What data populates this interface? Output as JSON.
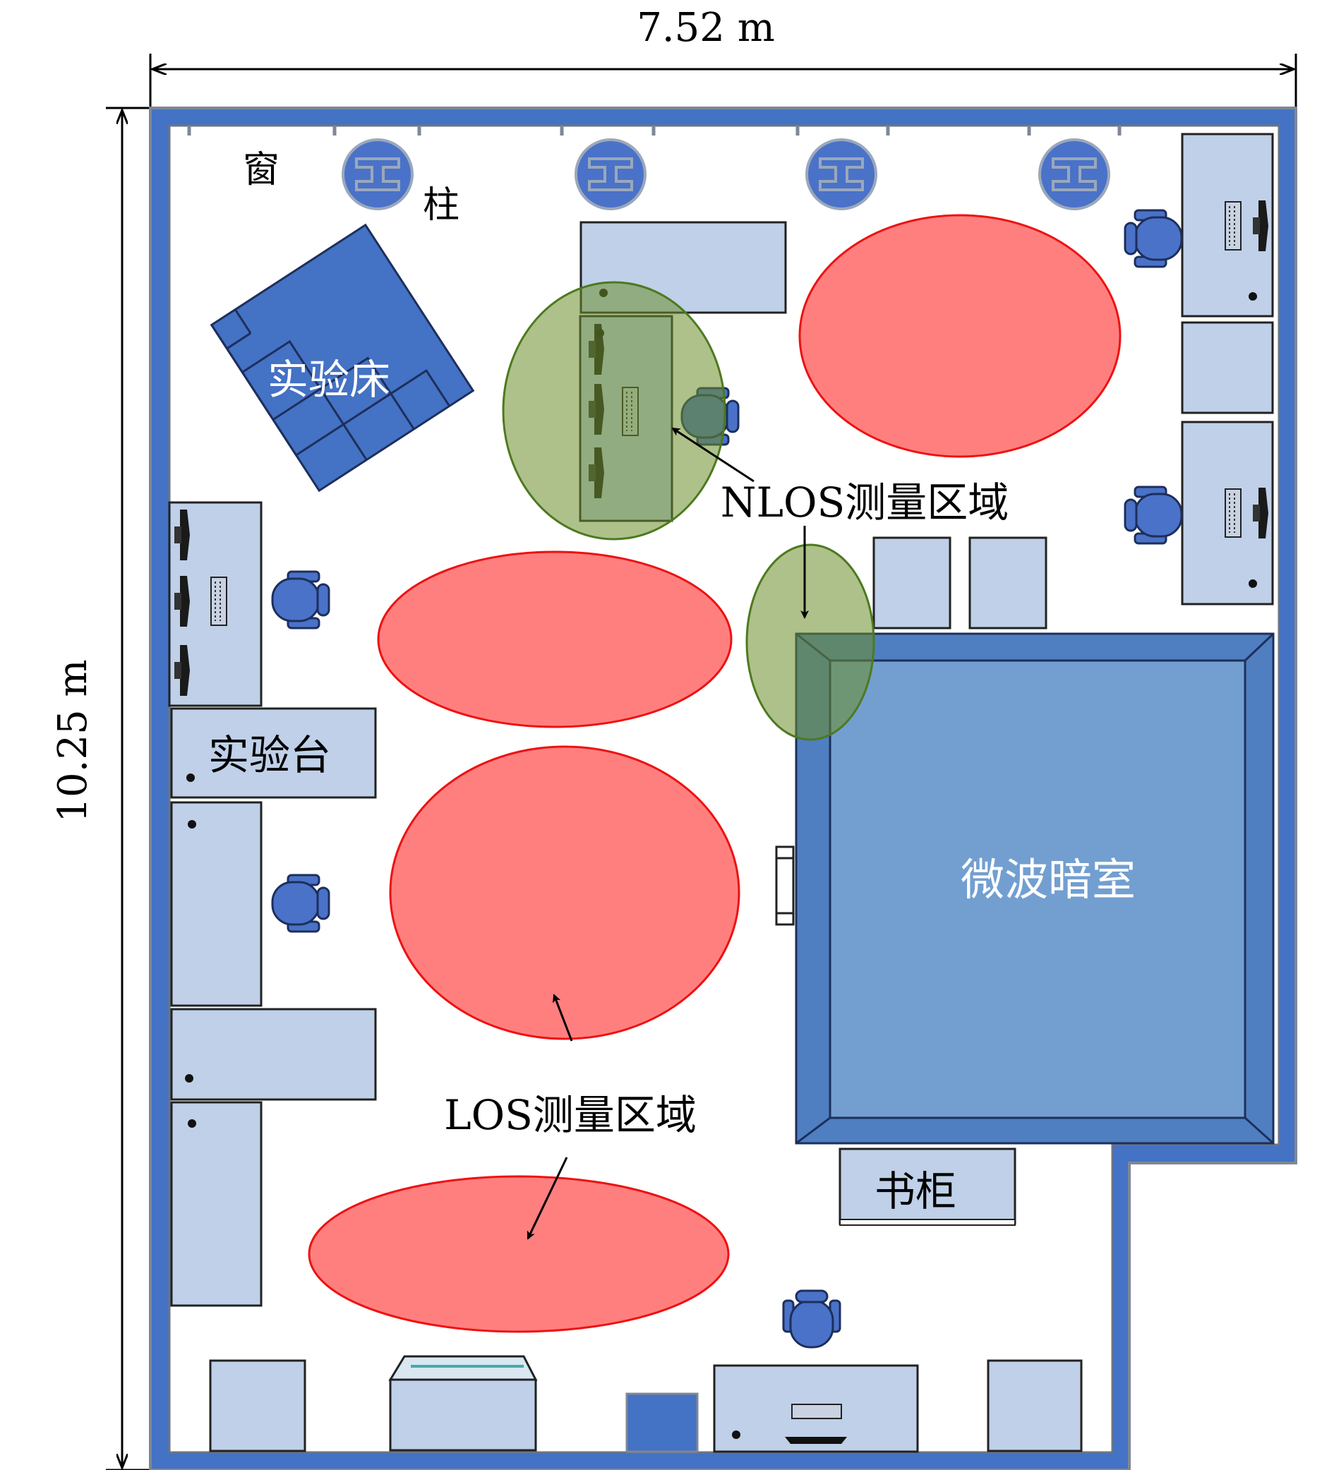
{
  "dimensions": {
    "width_label": "7.52 m",
    "height_label": "10.25 m"
  },
  "labels": {
    "window": "窗",
    "pillar": "柱",
    "experiment_bed": "实验床",
    "experiment_bench": "实验台",
    "anechoic_chamber": "微波暗室",
    "bookcase": "书柜",
    "nlos_area": "NLOS测量区域",
    "los_area": "LOS测量区域"
  },
  "colors": {
    "wall": "#4472c4",
    "furniture_fill": "#bfd0e8",
    "bed_fill": "#4472c4",
    "chamber_fill": "#729fd0",
    "chamber_frame": "#4f7fc1",
    "los_fill": "#ff7f7f",
    "los_stroke": "#ee1111",
    "nlos_fill": "#6b8e2a",
    "nlos_stroke": "#4c7a1e",
    "chair": "#4a72c8",
    "pillar_fill": "#4a72c8",
    "pillar_mark": "#9aa8bc"
  },
  "icons": [
    "pillar-icon",
    "chair-icon",
    "monitor-icon",
    "keyboard-icon",
    "arrow-icon"
  ]
}
